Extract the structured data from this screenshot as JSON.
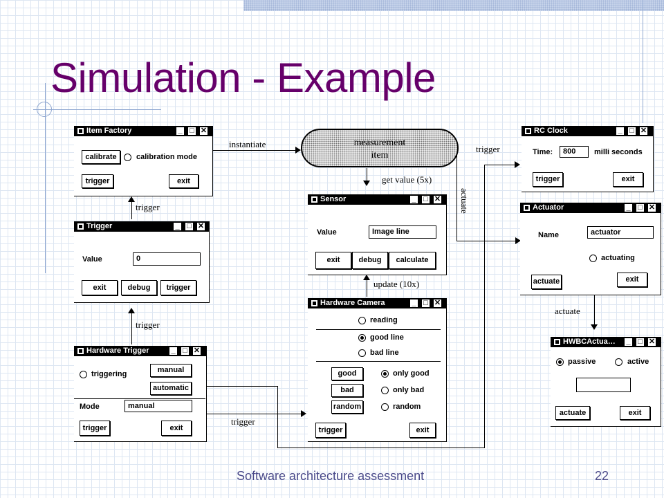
{
  "slide": {
    "title": "Simulation - Example",
    "footer": "Software architecture assessment",
    "page_number": "22"
  },
  "blob": {
    "label": "measurement item"
  },
  "connectors": {
    "instantiate": "instantiate",
    "get_value": "get value (5x)",
    "trigger_to_clock": "trigger",
    "actuate_to_actuator": "actuate",
    "trigger_to_factory": "trigger",
    "trigger_to_trigger": "trigger",
    "update": "update (10x)",
    "trigger_to_camera": "trigger",
    "actuate_to_hw": "actuate"
  },
  "windows": {
    "item_factory": {
      "title": "Item Factory",
      "calibrate_label": "calibrate",
      "calibration_mode_label": "calibration mode",
      "trigger_label": "trigger",
      "exit_label": "exit"
    },
    "trigger": {
      "title": "Trigger",
      "value_label": "Value",
      "value": "0",
      "exit_label": "exit",
      "debug_label": "debug",
      "trigger_label": "trigger"
    },
    "hardware_trigger": {
      "title": "Hardware Trigger",
      "triggering_label": "triggering",
      "manual_label": "manual",
      "automatic_label": "automatic",
      "mode_label": "Mode",
      "mode_value": "manual",
      "trigger_label": "trigger",
      "exit_label": "exit"
    },
    "sensor": {
      "title": "Sensor",
      "value_label": "Value",
      "value": "Image line",
      "exit_label": "exit",
      "debug_label": "debug",
      "calculate_label": "calculate"
    },
    "hardware_camera": {
      "title": "Hardware Camera",
      "reading_label": "reading",
      "good_line_label": "good line",
      "bad_line_label": "bad line",
      "good_label": "good",
      "bad_label": "bad",
      "random_label": "random",
      "only_good_label": "only good",
      "only_bad_label": "only bad",
      "random_opt_label": "random",
      "trigger_label": "trigger",
      "exit_label": "exit"
    },
    "rc_clock": {
      "title": "RC Clock",
      "time_label": "Time:",
      "time_value": "800",
      "unit_label": "milli seconds",
      "trigger_label": "trigger",
      "exit_label": "exit"
    },
    "actuator": {
      "title": "Actuator",
      "name_label": "Name",
      "name_value": "actuator",
      "actuating_label": "actuating",
      "actuate_label": "actuate",
      "exit_label": "exit"
    },
    "hwbc_actuator": {
      "title": "HWBCActua…",
      "passive_label": "passive",
      "active_label": "active",
      "field_value": "",
      "actuate_label": "actuate",
      "exit_label": "exit"
    }
  },
  "window_controls": {
    "minimize": "_",
    "maximize": "□",
    "close": "✕"
  },
  "colors": {
    "title": "#66006a",
    "footer": "#4a4a8a",
    "grid": "#dde6f2",
    "band": "#c6d3ea"
  }
}
